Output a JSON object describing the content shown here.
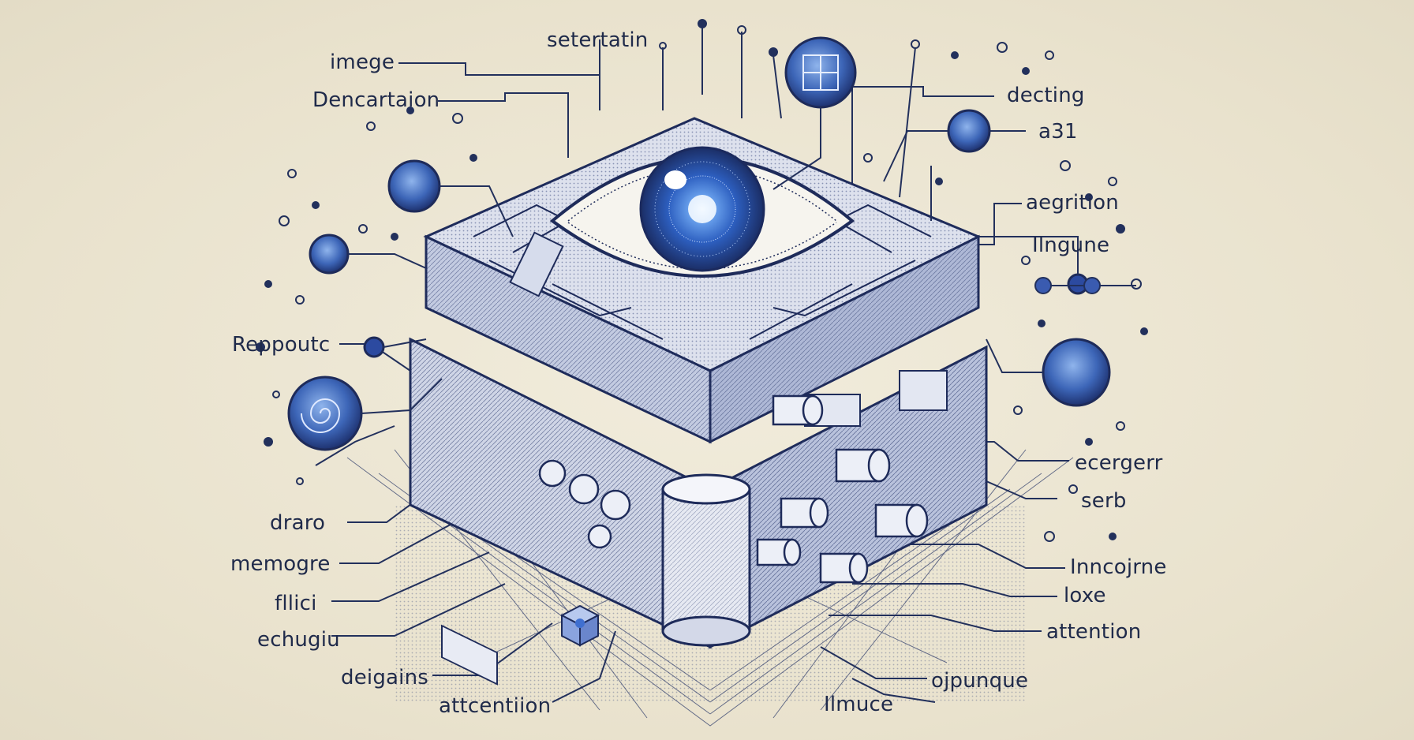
{
  "colors": {
    "ink": "#22305c",
    "accent": "#3f6fd0",
    "background": "#ece6d3"
  },
  "labels": {
    "imege": "imege",
    "setertatin": "setertatin",
    "dencartaion": "Dencartaion",
    "decting": "decting",
    "a31": "a31",
    "aegrition": "aegrition",
    "ilngune": "Ilngune",
    "reppoutc": "Reppoutc",
    "ecergerr": "ecergerr",
    "serb": "serb",
    "draro": "draro",
    "memogre": "memogre",
    "inncojrne": "Inncojrne",
    "loxe": "loxe",
    "fllici": "fllici",
    "echugiu": "echugiu",
    "attention": "attention",
    "deigains": "deigains",
    "attcentiion": "attcentiion",
    "ilmuce": "Ilmuce",
    "ojpunque": "ojpunque"
  },
  "icons": [
    "eye-icon",
    "node-icon",
    "grid-globe-icon",
    "spiral-node-icon",
    "chip-cube-icon"
  ]
}
